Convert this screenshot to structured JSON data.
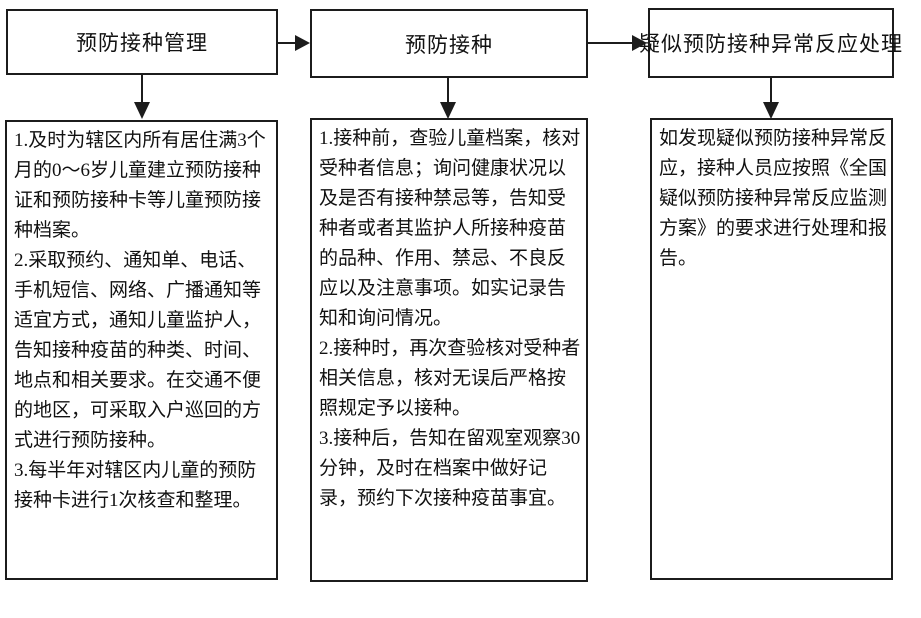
{
  "diagram": {
    "type": "flowchart",
    "line_color": "#1c1c1c",
    "background": "#ffffff"
  },
  "columns": [
    {
      "header": "预防接种管理",
      "body": [
        "1.及时为辖区内所有居住满3个月的0～6岁儿童建立预防接种证和预防接种卡等儿童预防接种档案。",
        "2.采取预约、通知单、电话、手机短信、网络、广播通知等适宜方式，通知儿童监护人，告知接种疫苗的种类、时间、地点和相关要求。在交通不便的地区，可采取入户巡回的方式进行预防接种。",
        "3.每半年对辖区内儿童的预防接种卡进行1次核查和整理。"
      ]
    },
    {
      "header": "预防接种",
      "body": [
        "1.接种前，查验儿童档案，核对受种者信息；询问健康状况以及是否有接种禁忌等，告知受种者或者其监护人所接种疫苗的品种、作用、禁忌、不良反应以及注意事项。如实记录告知和询问情况。",
        "2.接种时，再次查验核对受种者相关信息，核对无误后严格按照规定予以接种。",
        "3.接种后，告知在留观室观察30分钟，及时在档案中做好记录，预约下次接种疫苗事宜。"
      ]
    },
    {
      "header": "疑似预防接种异常反应处理",
      "body": [
        "如发现疑似预防接种异常反应，接种人员应按照《全国疑似预防接种异常反应监测方案》的要求进行处理和报告。"
      ]
    }
  ]
}
